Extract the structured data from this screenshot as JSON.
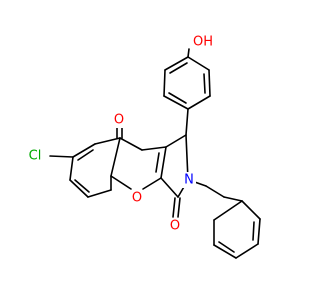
{
  "molecule": {
    "atoms": {
      "hydroxyl": {
        "text": "OH",
        "color": "#ff0000"
      },
      "chlorine": {
        "text": "Cl",
        "color": "#00aa00"
      },
      "ketone_oxygen": {
        "text": "O",
        "color": "#ff0000"
      },
      "ring_oxygen": {
        "text": "O",
        "color": "#ff0000"
      },
      "lactam_oxygen": {
        "text": "O",
        "color": "#ff0000"
      },
      "nitrogen": {
        "text": "N",
        "color": "#0000ff"
      }
    },
    "bond_color": "#000000"
  }
}
